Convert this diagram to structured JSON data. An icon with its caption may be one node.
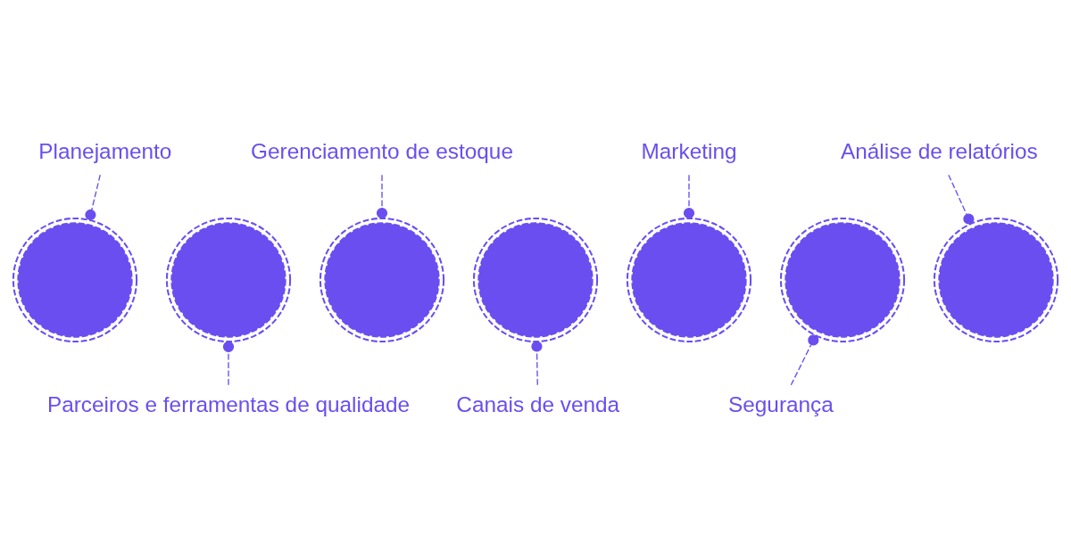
{
  "diagram": {
    "nodes": [
      {
        "text": [
          "Planejamento"
        ]
      },
      {
        "text": [
          "Gerenciamento de estoque"
        ]
      },
      {
        "text": [
          "Marketing"
        ]
      },
      {
        "text": [
          "Análise de relatórios"
        ]
      },
      {
        "text": [],
        "shape": "circle"
      },
      {
        "text": [],
        "shape": "circle"
      },
      {
        "text": [],
        "shape": "circle"
      },
      {
        "text": [],
        "shape": "circle"
      },
      {
        "text": [],
        "shape": "circle"
      },
      {
        "text": [],
        "shape": "circle"
      },
      {
        "text": [],
        "shape": "circle"
      },
      {
        "text": [
          "Parceiros e ferramentas de qualidade"
        ]
      },
      {
        "text": [
          "Canais de venda"
        ]
      },
      {
        "text": [
          "Segurança"
        ]
      }
    ],
    "edges": [
      {
        "from": 0,
        "to": 4,
        "arrow": "other",
        "style": "dashed"
      },
      {
        "from": 1,
        "to": 6,
        "arrow": "other",
        "style": "dashed"
      },
      {
        "from": 2,
        "to": 8,
        "arrow": "other",
        "style": "dashed"
      },
      {
        "from": 3,
        "to": 10,
        "arrow": "other",
        "style": "dashed"
      },
      {
        "from": 11,
        "to": 5,
        "arrow": "other",
        "style": "dashed"
      },
      {
        "from": 12,
        "to": 7,
        "arrow": "other",
        "style": "dashed"
      },
      {
        "from": 13,
        "to": 9,
        "arrow": "other",
        "style": "dashed"
      }
    ]
  }
}
